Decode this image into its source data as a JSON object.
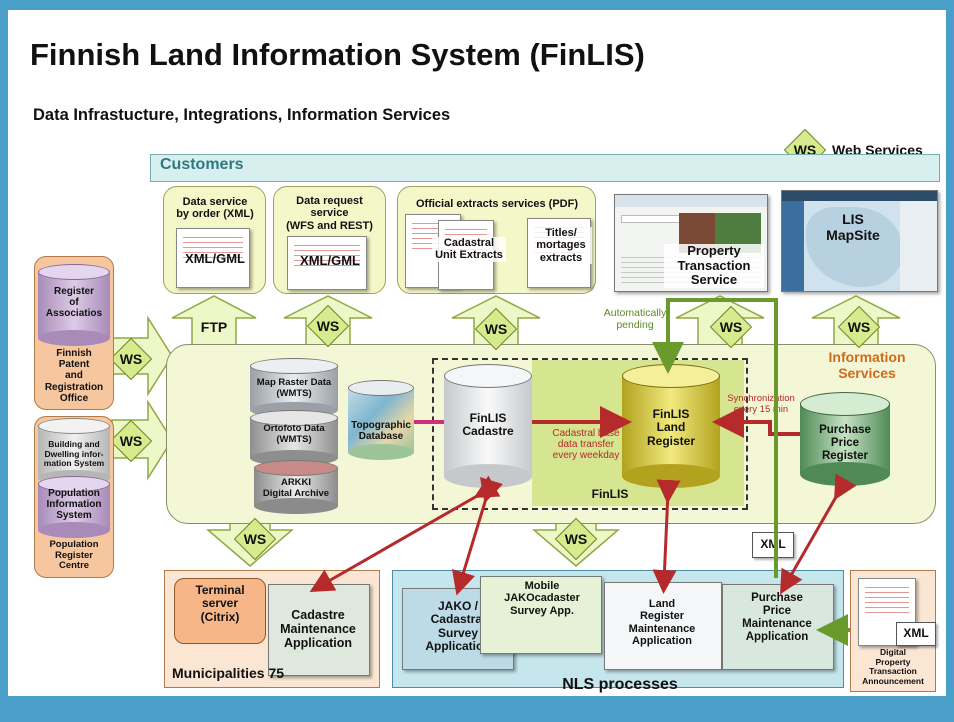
{
  "title": "Finnish Land Information System (FinLIS)",
  "subtitle": "Data Infrastucture, Integrations, Information Services",
  "legend": {
    "symbol": "WS",
    "label": "Web Services"
  },
  "customers": {
    "label": "Customers"
  },
  "services": {
    "data_service": {
      "title": "Data service\nby order (XML)",
      "format": "XML/GML"
    },
    "data_request": {
      "title": "Data request\nservice\n(WFS and REST)",
      "format": "XML/GML"
    },
    "official_extracts": {
      "title": "Official extracts services (PDF)",
      "cadastral": "Cadastral\nUnit Extracts",
      "titles": "Titles/\nmortages\nextracts"
    },
    "property_transaction": {
      "label": "Property\nTransaction\nService"
    },
    "mapsite": {
      "label": "LIS\nMapSite"
    }
  },
  "arrows": {
    "ftp": "FTP",
    "ws": "WS"
  },
  "auto_pending": "Automatically\npending",
  "information_services": "Information\nServices",
  "left": {
    "register_associations": "Register\nof\nAssociatios",
    "patent_office": "Finnish\nPatent\nand\nRegistration\nOffice",
    "building_system": "Building and\nDwelling infor-\nmation System",
    "population_system": "Population\nInformation\nSystem",
    "population_centre": "Population\nRegister\nCentre"
  },
  "data_stores": {
    "map_raster": "Map Raster Data\n(WMTS)",
    "ortofoto": "Ortofoto Data\n(WMTS)",
    "arkki": "ARKKI\nDigital Archive",
    "topographic": "Topographic\nDatabase",
    "cadastre": "FinLIS\nCadastre",
    "land_register": "FinLIS\nLand\nRegister",
    "purchase_price": "Purchase\nPrice\nRegister"
  },
  "cadastral_transfer": "Cadastral base\ndata transfer\nevery weekday",
  "synchronization": "Synchronization\nevery 15 min",
  "finlis": "FinLIS",
  "xml": "XML",
  "municipalities": {
    "terminal": "Terminal\nserver\n(Citrix)",
    "app": "Cadastre\nMaintenance\nApplication",
    "label": "Municipalities 75"
  },
  "nls": {
    "jako": "JAKO /\nCadastral\nSurvey\nApplication",
    "mobile": "Mobile\nJAKOcadaster\nSurvey App.",
    "land_register_app": "Land\nRegister\nMaintenance\nApplication",
    "purchase_app": "Purchase\nPrice\nMaintenance\nApplication",
    "label": "NLS processes"
  },
  "digital_announcement": "Digital\nProperty\nTransaction\nAnnouncement",
  "colors": {
    "green_arrow": "#6a9a2c",
    "red_arrow": "#b52a2a",
    "panel_yellow": "#f4f7d6",
    "customers_bar": "#d8eff0",
    "orange": "#f6c69e"
  }
}
